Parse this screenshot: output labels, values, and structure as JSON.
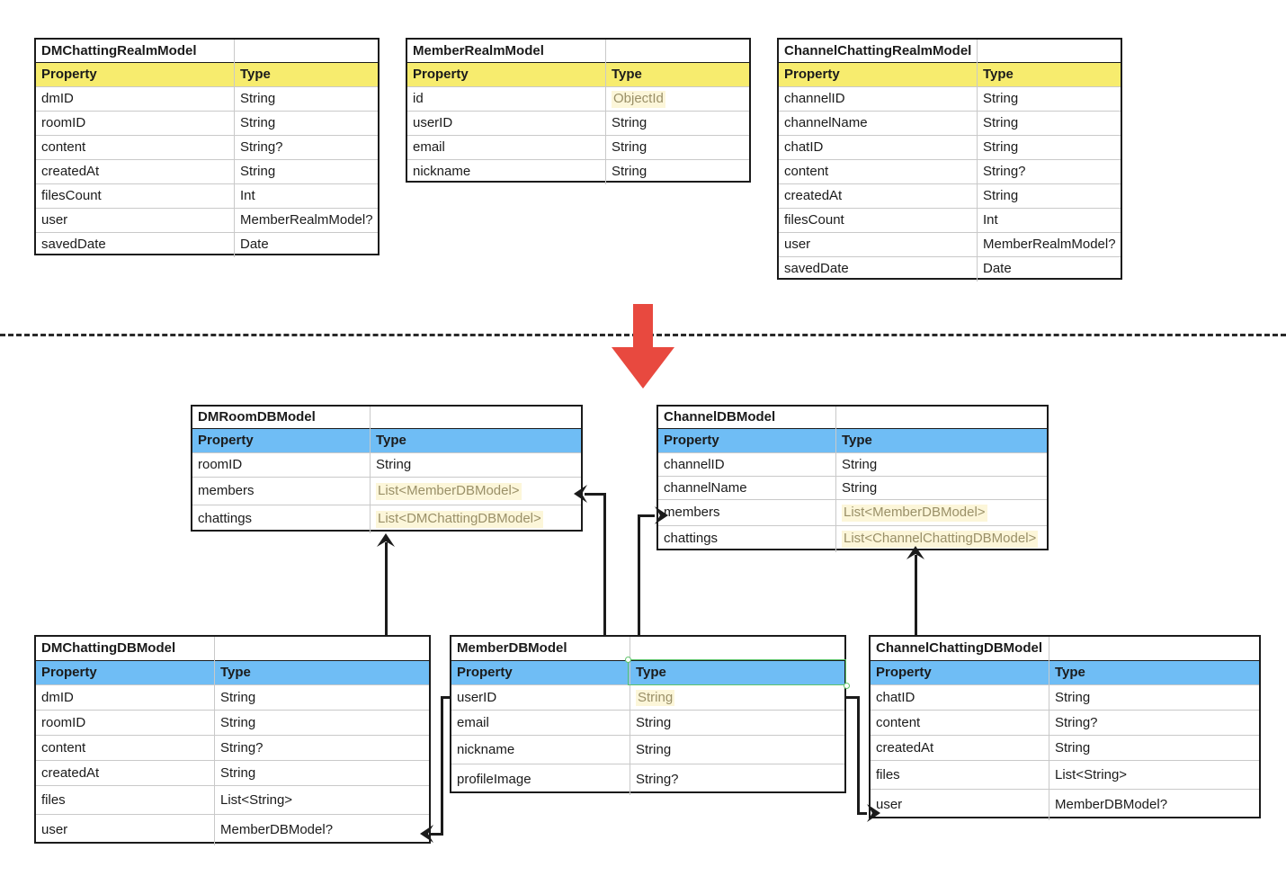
{
  "diagram": {
    "title": "Realm models to DB models mapping diagram",
    "colors": {
      "realm_header": "#F7EC6E",
      "db_header": "#6FBDF5",
      "highlight_bg": "#FCF6D9",
      "highlight_text": "#9a9068",
      "arrow_red": "#E8493F",
      "selection_green": "#5fc46b",
      "border": "#1b1b1b"
    },
    "columns": [
      "Property",
      "Type"
    ],
    "divider": {
      "style": "dashed",
      "label": ""
    },
    "transform_arrow": {
      "name": "down-arrow",
      "color": "#E8493F"
    }
  },
  "realm_tables": [
    {
      "name": "DMChattingRealmModel",
      "rows": [
        {
          "property": "dmID",
          "type": "String"
        },
        {
          "property": "roomID",
          "type": "String"
        },
        {
          "property": "content",
          "type": "String?"
        },
        {
          "property": "createdAt",
          "type": "String"
        },
        {
          "property": "filesCount",
          "type": "Int"
        },
        {
          "property": "user",
          "type": "MemberRealmModel?"
        },
        {
          "property": "savedDate",
          "type": "Date"
        }
      ]
    },
    {
      "name": "MemberRealmModel",
      "rows": [
        {
          "property": "id",
          "type": "ObjectId",
          "highlight": true
        },
        {
          "property": "userID",
          "type": "String"
        },
        {
          "property": "email",
          "type": "String"
        },
        {
          "property": "nickname",
          "type": "String"
        }
      ]
    },
    {
      "name": "ChannelChattingRealmModel",
      "rows": [
        {
          "property": "channelID",
          "type": "String"
        },
        {
          "property": "channelName",
          "type": "String"
        },
        {
          "property": "chatID",
          "type": "String"
        },
        {
          "property": "content",
          "type": "String?"
        },
        {
          "property": "createdAt",
          "type": "String"
        },
        {
          "property": "filesCount",
          "type": "Int"
        },
        {
          "property": "user",
          "type": "MemberRealmModel?"
        },
        {
          "property": "savedDate",
          "type": "Date"
        }
      ]
    }
  ],
  "db_tables": [
    {
      "name": "DMRoomDBModel",
      "rows": [
        {
          "property": "roomID",
          "type": "String"
        },
        {
          "property": "members",
          "type": "List<MemberDBModel>",
          "highlight": true
        },
        {
          "property": "chattings",
          "type": "List<DMChattingDBModel>",
          "highlight": true
        }
      ]
    },
    {
      "name": "ChannelDBModel",
      "rows": [
        {
          "property": "channelID",
          "type": "String"
        },
        {
          "property": "channelName",
          "type": "String"
        },
        {
          "property": "members",
          "type": "List<MemberDBModel>",
          "highlight": true
        },
        {
          "property": "chattings",
          "type": "List<ChannelChattingDBModel>",
          "highlight": true
        }
      ]
    },
    {
      "name": "DMChattingDBModel",
      "rows": [
        {
          "property": "dmID",
          "type": "String"
        },
        {
          "property": "roomID",
          "type": "String"
        },
        {
          "property": "content",
          "type": "String?"
        },
        {
          "property": "createdAt",
          "type": "String"
        },
        {
          "property": "files",
          "type": "List<String>"
        },
        {
          "property": "user",
          "type": "MemberDBModel?"
        }
      ]
    },
    {
      "name": "MemberDBModel",
      "rows": [
        {
          "property": "userID",
          "type": "String",
          "highlight": true
        },
        {
          "property": "email",
          "type": "String"
        },
        {
          "property": "nickname",
          "type": "String"
        },
        {
          "property": "profileImage",
          "type": "String?"
        }
      ]
    },
    {
      "name": "ChannelChattingDBModel",
      "rows": [
        {
          "property": "chatID",
          "type": "String"
        },
        {
          "property": "content",
          "type": "String?"
        },
        {
          "property": "createdAt",
          "type": "String"
        },
        {
          "property": "files",
          "type": "List<String>"
        },
        {
          "property": "user",
          "type": "MemberDBModel?"
        }
      ]
    }
  ],
  "connections": [
    {
      "from": "MemberDBModel",
      "to": "DMRoomDBModel.members"
    },
    {
      "from": "MemberDBModel",
      "to": "ChannelDBModel.members"
    },
    {
      "from": "DMChattingDBModel",
      "to": "DMRoomDBModel.chattings"
    },
    {
      "from": "ChannelChattingDBModel",
      "to": "ChannelDBModel.chattings"
    },
    {
      "from": "MemberDBModel.userID",
      "to": "DMChattingDBModel.user"
    },
    {
      "from": "MemberDBModel.userID",
      "to": "ChannelChattingDBModel.user"
    }
  ]
}
